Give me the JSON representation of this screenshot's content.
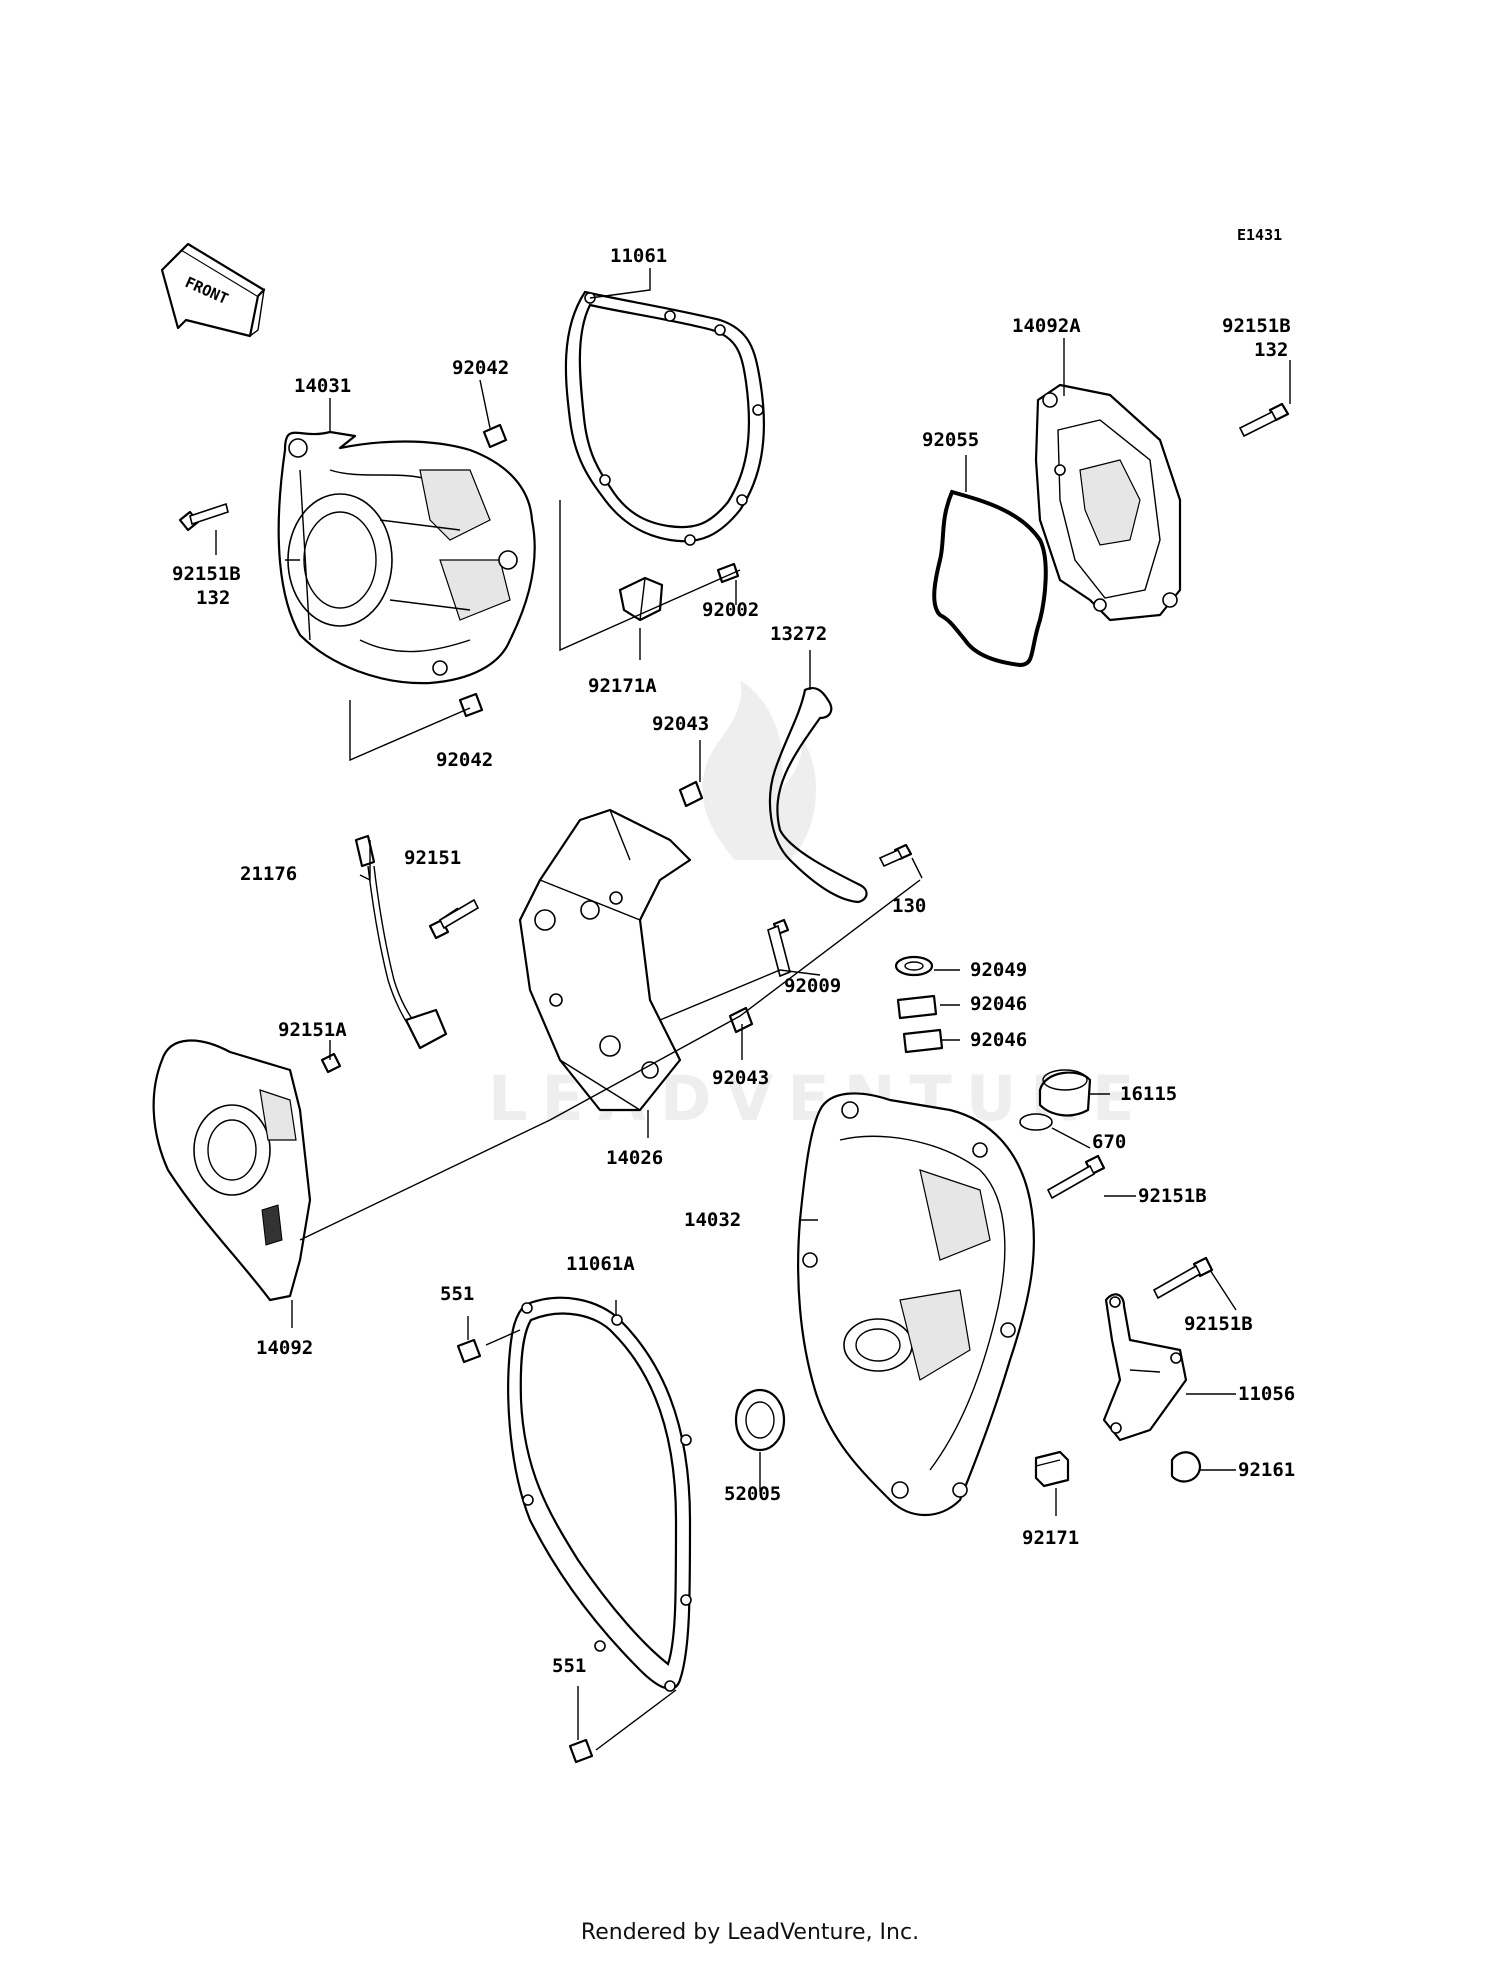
{
  "diagram_code": "E1431",
  "front_label": "FRONT",
  "watermark": "LEADVENTURE",
  "footer": "Rendered by LeadVenture, Inc.",
  "labels": {
    "p11061": "11061",
    "p14031": "14031",
    "p92042_a": "92042",
    "p92151B_left": "92151B",
    "p132_left": "132",
    "p92002": "92002",
    "p92171A": "92171A",
    "p92042_b": "92042",
    "p14092A": "14092A",
    "p92151B_tr": "92151B",
    "p132_tr": "132",
    "p92055": "92055",
    "p13272": "13272",
    "p92043_a": "92043",
    "p21176": "21176",
    "p92151": "92151",
    "p130": "130",
    "p92009": "92009",
    "p92151A": "92151A",
    "p92043_b": "92043",
    "p14026": "14026",
    "p92049": "92049",
    "p92046_a": "92046",
    "p92046_b": "92046",
    "p16115": "16115",
    "p670": "670",
    "p14032": "14032",
    "p92151B_mid": "92151B",
    "p92151B_low": "92151B",
    "p11056": "11056",
    "p92161": "92161",
    "p92171": "92171",
    "p52005": "52005",
    "p14092": "14092",
    "p551_a": "551",
    "p11061A": "11061A",
    "p551_b": "551"
  }
}
